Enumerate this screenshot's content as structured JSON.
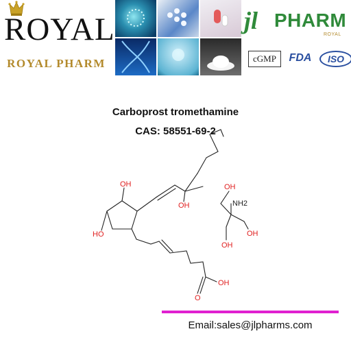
{
  "header": {
    "royal_logo": {
      "word": "ROYAL",
      "subtitle": "ROYAL PHARM",
      "crown_color": "#c9a227",
      "subtitle_color": "#b38a2c"
    },
    "jl_logo": {
      "mark": "jl",
      "word": "PHARM",
      "subtitle": "ROYAL",
      "color": "#2f8a3a"
    },
    "certifications": [
      {
        "label": "cGMP"
      },
      {
        "label": "FDA"
      },
      {
        "label": "ISO"
      }
    ]
  },
  "product": {
    "name": "Carboprost tromethamine",
    "cas": "CAS: 58551-69-2"
  },
  "structure_labels": {
    "oh": "OH",
    "ho": "HO",
    "o": "O",
    "nh2": "NH2"
  },
  "footer": {
    "email": "Email:sales@jlpharms.com",
    "divider_color": "#e020d0"
  }
}
